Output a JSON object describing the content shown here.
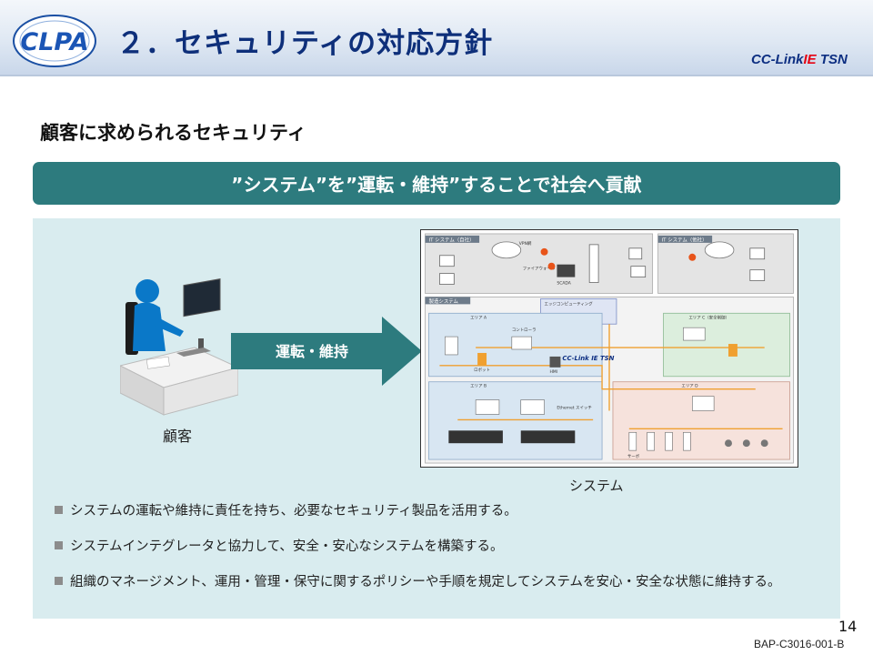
{
  "header": {
    "title": "２．セキュリティの対応方針",
    "logo_left_text": "CLPA",
    "logo_right_prefix": "CC-Link",
    "logo_right_accent": "IE",
    "logo_right_suffix": " TSN"
  },
  "subtitle": "顧客に求められるセキュリティ",
  "banner": "”システム”を”運転・維持”することで社会へ貢献",
  "diagram": {
    "customer_label": "顧客",
    "arrow_label": "運転・維持",
    "system_label": "システム",
    "system_image": {
      "it_system_own": "IT システム（自社）",
      "it_system_other": "IT システム（他社）",
      "manufacturing_system": "製造システム",
      "edge_computing": "エッジコンピューティング",
      "network_logo": "CC-Link IE TSN",
      "area_a": "エリア A",
      "area_b": "エリア B",
      "area_c": "エリア C（安全制御）",
      "area_d": "エリア D",
      "ethernet_switch": "Ethernet スイッチ",
      "controller": "コントローラ",
      "scada": "SCADA",
      "hmi": "HMI",
      "robot": "ロボット",
      "servo": "サーボ",
      "vpn": "VPN網",
      "firewall": "ファイアウォール"
    }
  },
  "bullets": [
    "システムの運転や維持に責任を持ち、必要なセキュリティ製品を活用する。",
    "システムインテグレータと協力して、安全・安心なシステムを構築する。",
    "組織のマネージメント、運用・管理・保守に関するポリシーや手順を規定してシステムを安心・安全な状態に維持する。"
  ],
  "footer": {
    "page_number": "14",
    "doc_code": "BAP-C3016-001-B"
  },
  "colors": {
    "banner": "#2d7b7e",
    "panel": "#d9ecef",
    "title": "#0e2f7a",
    "accent_red": "#e50012"
  }
}
